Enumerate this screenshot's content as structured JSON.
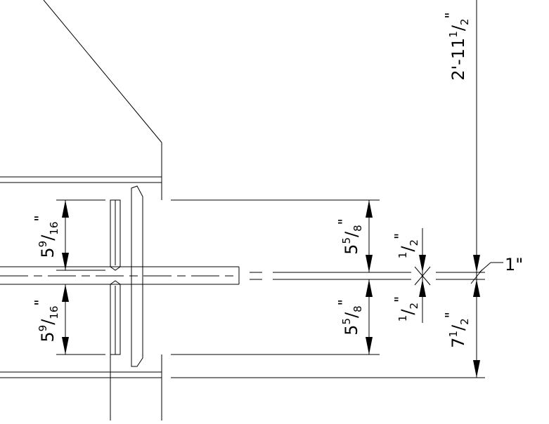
{
  "drawing": {
    "dimensions": {
      "top_left": {
        "whole": "5",
        "num": "9",
        "den": "16",
        "unit": "\""
      },
      "bottom_left": {
        "whole": "5",
        "num": "9",
        "den": "16",
        "unit": "\""
      },
      "top_mid": {
        "whole": "5",
        "num": "5",
        "den": "8",
        "unit": "\""
      },
      "bottom_mid": {
        "whole": "5",
        "num": "5",
        "den": "8",
        "unit": "\""
      },
      "top_half": {
        "whole": "",
        "num": "1",
        "den": "2",
        "unit": "\""
      },
      "bottom_half": {
        "whole": "",
        "num": "1",
        "den": "2",
        "unit": "\""
      },
      "overall": {
        "whole": "2'-11",
        "num": "1",
        "den": "2",
        "unit": "\""
      },
      "lower_right": {
        "whole": "7",
        "num": "1",
        "den": "2",
        "unit": "\""
      },
      "leader": "1\""
    }
  }
}
